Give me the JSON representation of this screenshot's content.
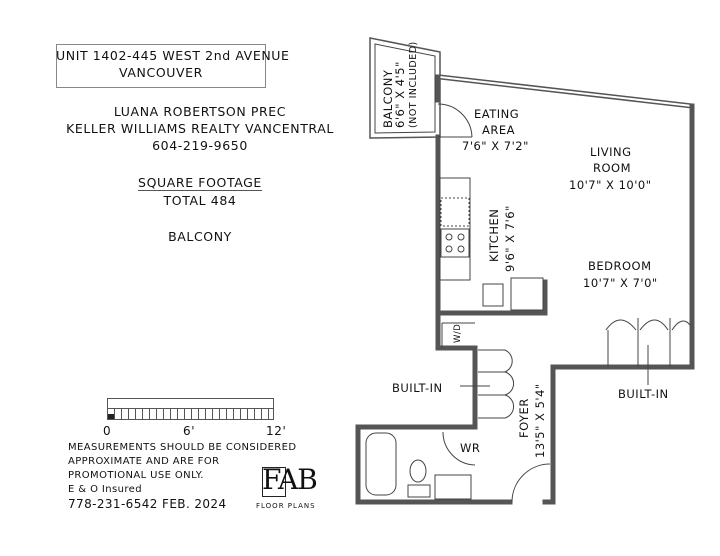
{
  "header": {
    "address_line1": "UNIT 1402-445 WEST 2nd AVENUE",
    "address_line2": "VANCOUVER"
  },
  "agent": {
    "name": "LUANA ROBERTSON PREC",
    "brokerage": "KELLER WILLIAMS REALTY VANCENTRAL",
    "phone": "604-219-9650"
  },
  "square_footage": {
    "heading": "SQUARE FOOTAGE",
    "total": "TOTAL 484",
    "balcony": "BALCONY"
  },
  "scale": {
    "labels": [
      "0",
      "6'",
      "12'"
    ]
  },
  "disclaimer": {
    "line1": "MEASUREMENTS SHOULD BE CONSIDERED",
    "line2": "APPROXIMATE AND ARE FOR",
    "line3": "PROMOTIONAL USE ONLY.",
    "insured": "E & O Insured",
    "contact": "778-231-6542  FEB. 2024"
  },
  "logo": {
    "mark": "FAB",
    "sub": "FLOOR PLANS"
  },
  "rooms": {
    "balcony": {
      "name": "BALCONY",
      "dims": "6'6\" X 4'5\"",
      "note": "(NOT INCLUDED)"
    },
    "eating": {
      "name1": "EATING",
      "name2": "AREA",
      "dims": "7'6\" X 7'2\""
    },
    "living": {
      "name1": "LIVING",
      "name2": "ROOM",
      "dims": "10'7\" X 10'0\""
    },
    "kitchen": {
      "name": "KITCHEN",
      "dims": "9'6\" X 7'6\""
    },
    "bedroom": {
      "name": "BEDROOM",
      "dims": "10'7\" X 7'0\""
    },
    "foyer": {
      "name": "FOYER",
      "dims": "13'5\" X 5'4\""
    },
    "wr": {
      "name": "WR"
    },
    "wd": {
      "name": "W/D"
    },
    "builtin_left": "BUILT-IN",
    "builtin_right": "BUILT-IN"
  }
}
